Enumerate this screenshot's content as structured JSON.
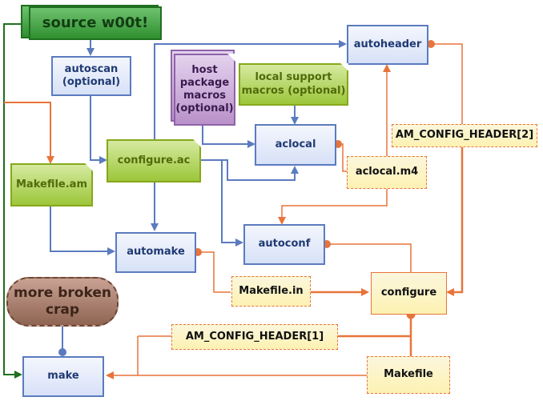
{
  "colors": {
    "blue_edge": "#5b7bbf",
    "orange_edge": "#e8743a",
    "green_edge": "#1f6f1f"
  },
  "nodes": {
    "source": "source w00t!",
    "autoscan": "autoscan\n(optional)",
    "autoheader": "autoheader",
    "host_macros": "host\npackage\nmacros\n(optional)",
    "local_macros": "local support\nmacros (optional)",
    "aclocal": "aclocal",
    "configure_ac": "configure.ac",
    "makefile_am": "Makefile.am",
    "am_config_header_2": "AM_CONFIG_HEADER[2]",
    "aclocal_m4": "aclocal.m4",
    "automake": "automake",
    "autoconf": "autoconf",
    "makefile_in": "Makefile.in",
    "configure": "configure",
    "more_broken": "more broken\ncrap",
    "am_config_header_1": "AM_CONFIG_HEADER[1]",
    "make": "make",
    "makefile": "Makefile"
  }
}
